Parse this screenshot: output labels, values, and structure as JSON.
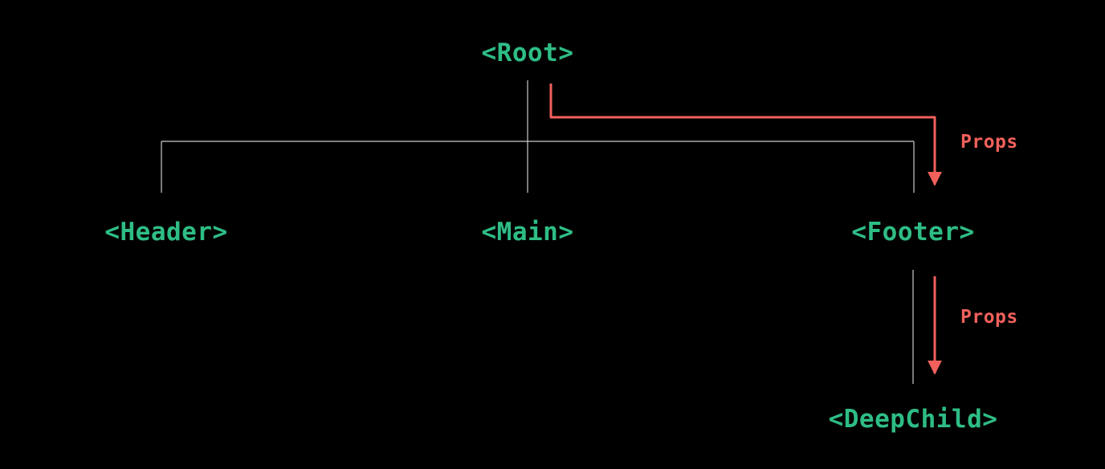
{
  "diagram": {
    "description": "component-tree-prop-drilling",
    "nodes": {
      "root": {
        "label": "<Root>"
      },
      "header": {
        "label": "<Header>"
      },
      "main": {
        "label": "<Main>"
      },
      "footer": {
        "label": "<Footer>"
      },
      "deepchild": {
        "label": "<DeepChild>"
      }
    },
    "arrows": {
      "root_to_footer": {
        "label": "Props"
      },
      "footer_to_deepchild": {
        "label": "Props"
      }
    },
    "colors": {
      "node_text": "#2ebd85",
      "props_arrow": "#f2615c",
      "tree_line": "#cccccc",
      "background": "#000000"
    }
  }
}
